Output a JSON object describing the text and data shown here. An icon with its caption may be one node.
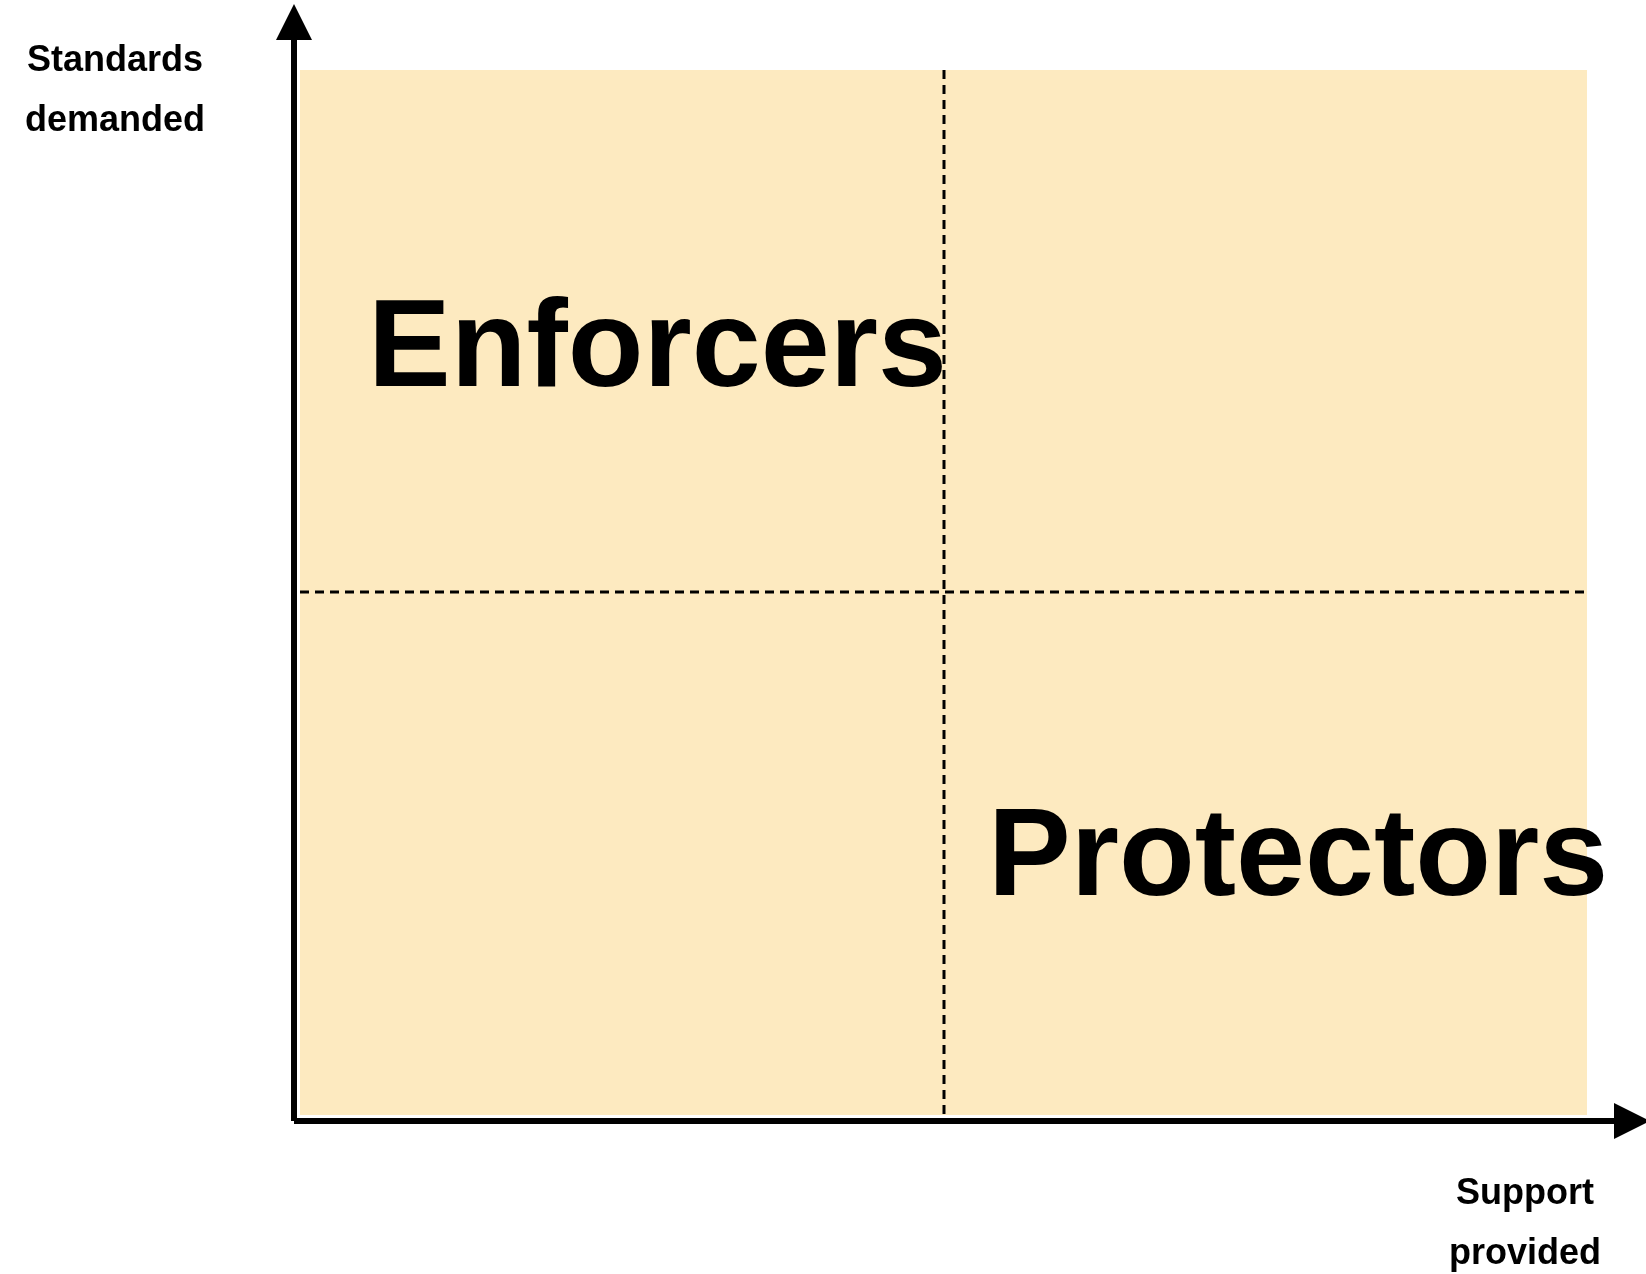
{
  "diagram": {
    "labels": [
      "Standards demanded",
      "Enforcers",
      "Protectors",
      "Support provided"
    ]
  }
}
